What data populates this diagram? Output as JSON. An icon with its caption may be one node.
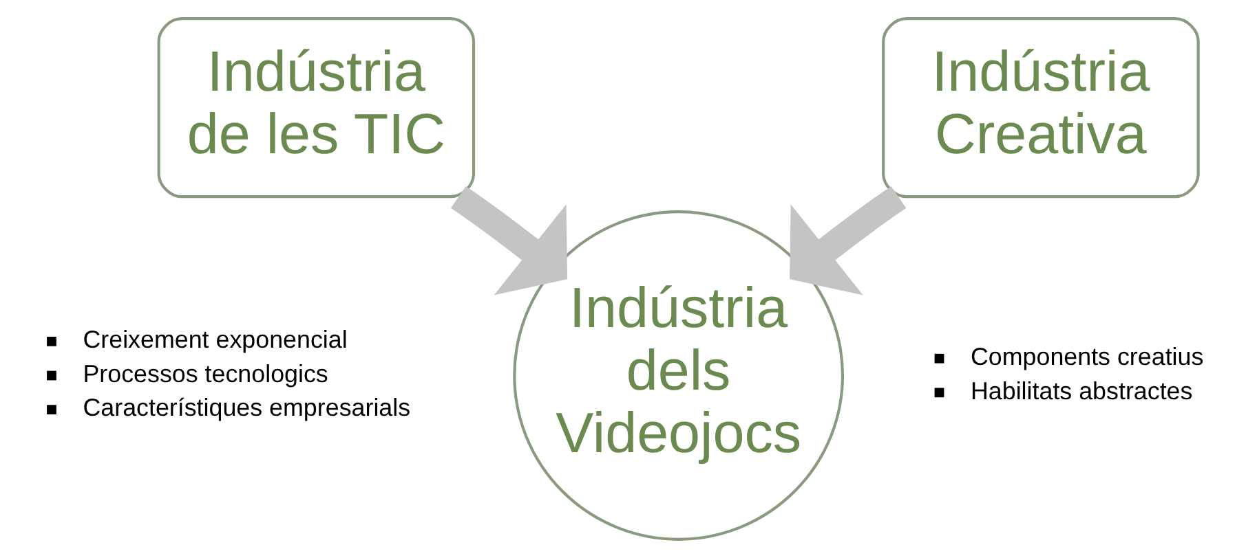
{
  "diagram": {
    "nodes": [
      {
        "text": [
          "Indústria de les TIC"
        ]
      },
      {
        "text": [
          "Indústria Creativa"
        ]
      },
      {
        "text": [
          "Indústria dels Videojocs"
        ]
      }
    ],
    "edges": [
      {
        "from": 0,
        "to": 2,
        "arrow": "to"
      },
      {
        "from": 1,
        "to": 2,
        "arrow": "to"
      }
    ],
    "labels": [
      "Creixement exponencial",
      "Processos tecnologics",
      "Característiques empresarials",
      "Components creatius",
      "Habilitats abstractes"
    ]
  }
}
